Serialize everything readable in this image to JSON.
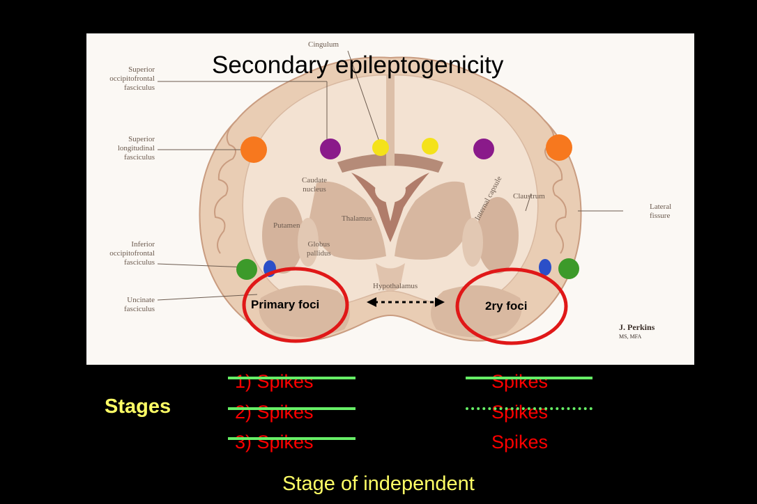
{
  "title": "Secondary epileptogenicity",
  "footer": "Stage of independent",
  "stages_label": "Stages",
  "foci": {
    "primary": "Primary foci",
    "secondary": "2ry foci"
  },
  "anatomy": {
    "cingulum": "Cingulum",
    "sof": [
      "Superior",
      "occipitofrontal",
      "fasciculus"
    ],
    "slf": [
      "Superior",
      "longitudinal",
      "fasciculus"
    ],
    "iof": [
      "Inferior",
      "occipitofrontal",
      "fasciculus"
    ],
    "unc": [
      "Uncinate",
      "fasciculus"
    ],
    "caudate": [
      "Caudate",
      "nucleus"
    ],
    "putamen": "Putamen",
    "thalamus": "Thalamus",
    "globus": [
      "Globus",
      "pallidus"
    ],
    "hypothalamus": "Hypothalamus",
    "claustrum": "Claustrum",
    "internal_capsule": "Internal capsule",
    "lateral_fissure": [
      "Lateral",
      "fissure"
    ],
    "credit": [
      "J. Perkins",
      "MS, MFA"
    ]
  },
  "stages": {
    "left": [
      "1) Spikes",
      "2) Spikes",
      "3) Spikes"
    ],
    "right": [
      "Spikes",
      "Spikes",
      "Spikes"
    ]
  },
  "colors": {
    "background": "#000000",
    "title_text": "#000000",
    "footer_text": "#ffff66",
    "stage_text": "#ff0000",
    "strike_line": "#66ee66",
    "focus_circle": "#e01818",
    "slf_dot": "#f7781e",
    "sof_dot": "#8a1a8a",
    "cingulum_dot": "#f4e21a",
    "iof_dot": "#3c9a2a",
    "unc_dot": "#2b4fc8"
  }
}
